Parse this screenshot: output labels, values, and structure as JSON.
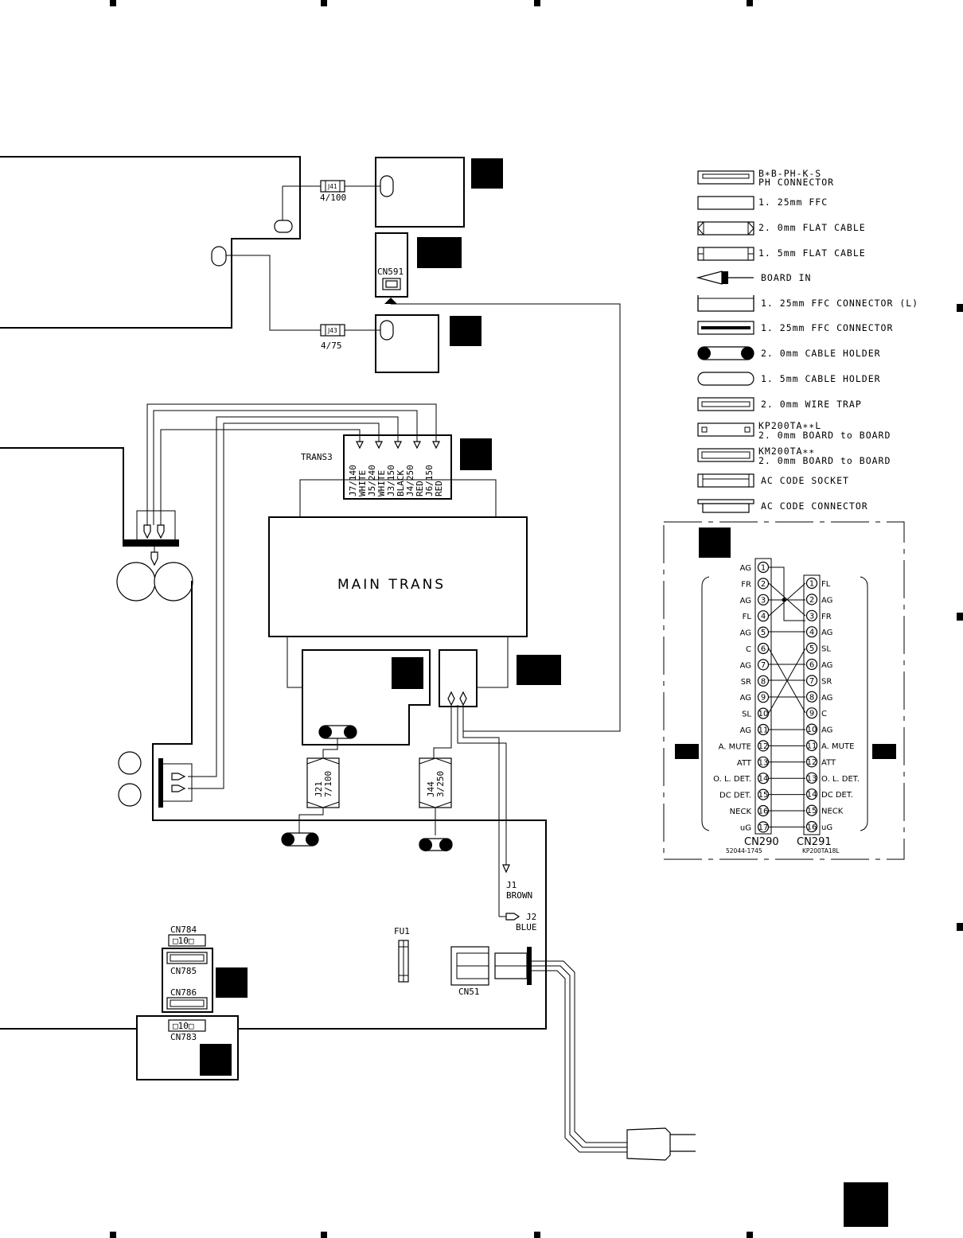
{
  "connectors": {
    "j41": {
      "name": "J41",
      "spec": "4/100"
    },
    "j43": {
      "name": "J43",
      "spec": "4/75"
    },
    "cn591": "CN591",
    "cn784": "CN784",
    "cn785": "CN785",
    "cn786": "CN786",
    "cn783": "CN783",
    "cn51": "CN51",
    "pin_marker": "□10□",
    "fu1": "FU1",
    "j21": {
      "name": "J21",
      "spec": "7/100"
    },
    "j44": {
      "name": "J44",
      "spec": "3/250"
    },
    "j1": {
      "name": "J1",
      "color": "BROWN"
    },
    "j2": {
      "name": "J2",
      "color": "BLUE"
    }
  },
  "trans3": {
    "label": "TRANS3",
    "wires": [
      {
        "id": "J7/140",
        "color": "WHITE"
      },
      {
        "id": "J5/240",
        "color": "WHITE"
      },
      {
        "id": "J3/150",
        "color": "BLACK"
      },
      {
        "id": "J4/250",
        "color": "RED"
      },
      {
        "id": "J6/150",
        "color": "RED"
      }
    ]
  },
  "main_trans": "MAIN TRANS",
  "legend": [
    {
      "line1": "B∗B-PH-K-S",
      "line2": "PH CONNECTOR",
      "icon": "ph-connector-icon"
    },
    {
      "line1": "1. 25mm FFC",
      "line2": "",
      "icon": "ffc-icon"
    },
    {
      "line1": "2. 0mm FLAT CABLE",
      "line2": "",
      "icon": "flat-cable-2mm-icon"
    },
    {
      "line1": "1. 5mm FLAT CABLE",
      "line2": "",
      "icon": "flat-cable-1-5mm-icon"
    },
    {
      "line1": "BOARD IN",
      "line2": "",
      "icon": "board-in-icon"
    },
    {
      "line1": "1. 25mm FFC CONNECTOR (L)",
      "line2": "",
      "icon": "ffc-connector-l-icon"
    },
    {
      "line1": "1. 25mm FFC CONNECTOR",
      "line2": "",
      "icon": "ffc-connector-icon"
    },
    {
      "line1": "2. 0mm CABLE HOLDER",
      "line2": "",
      "icon": "cable-holder-2mm-icon"
    },
    {
      "line1": "1. 5mm CABLE HOLDER",
      "line2": "",
      "icon": "cable-holder-1-5mm-icon"
    },
    {
      "line1": "2. 0mm WIRE TRAP",
      "line2": "",
      "icon": "wire-trap-icon"
    },
    {
      "line1": "KP200TA∗∗L",
      "line2": "2. 0mm BOARD to BOARD",
      "icon": "kp-board-to-board-icon"
    },
    {
      "line1": "KM200TA∗∗",
      "line2": "2. 0mm BOARD to BOARD",
      "icon": "km-board-to-board-icon"
    },
    {
      "line1": "AC CODE SOCKET",
      "line2": "",
      "icon": "ac-socket-icon"
    },
    {
      "line1": "AC CODE CONNECTOR",
      "line2": "",
      "icon": "ac-connector-icon"
    }
  ],
  "pinout": {
    "left_name": "CN290",
    "left_part": "52044-1745",
    "right_name": "CN291",
    "right_part": "KP200TA18L",
    "left_pins": [
      {
        "n": "1",
        "s": "AG"
      },
      {
        "n": "2",
        "s": "FR"
      },
      {
        "n": "3",
        "s": "AG"
      },
      {
        "n": "4",
        "s": "FL"
      },
      {
        "n": "5",
        "s": "AG"
      },
      {
        "n": "6",
        "s": "C"
      },
      {
        "n": "7",
        "s": "AG"
      },
      {
        "n": "8",
        "s": "SR"
      },
      {
        "n": "9",
        "s": "AG"
      },
      {
        "n": "10",
        "s": "SL"
      },
      {
        "n": "11",
        "s": "AG"
      },
      {
        "n": "12",
        "s": "A. MUTE"
      },
      {
        "n": "13",
        "s": "ATT"
      },
      {
        "n": "14",
        "s": "O. L. DET."
      },
      {
        "n": "15",
        "s": "DC DET."
      },
      {
        "n": "16",
        "s": "NECK"
      },
      {
        "n": "17",
        "s": "uG"
      }
    ],
    "right_pins": [
      {
        "n": "1",
        "s": "FL"
      },
      {
        "n": "2",
        "s": "AG"
      },
      {
        "n": "3",
        "s": "FR"
      },
      {
        "n": "4",
        "s": "AG"
      },
      {
        "n": "5",
        "s": "SL"
      },
      {
        "n": "6",
        "s": "AG"
      },
      {
        "n": "7",
        "s": "SR"
      },
      {
        "n": "8",
        "s": "AG"
      },
      {
        "n": "9",
        "s": "C"
      },
      {
        "n": "10",
        "s": "AG"
      },
      {
        "n": "11",
        "s": "A. MUTE"
      },
      {
        "n": "12",
        "s": "ATT"
      },
      {
        "n": "13",
        "s": "O. L. DET."
      },
      {
        "n": "14",
        "s": "DC DET."
      },
      {
        "n": "15",
        "s": "NECK"
      },
      {
        "n": "16",
        "s": "uG"
      }
    ]
  }
}
